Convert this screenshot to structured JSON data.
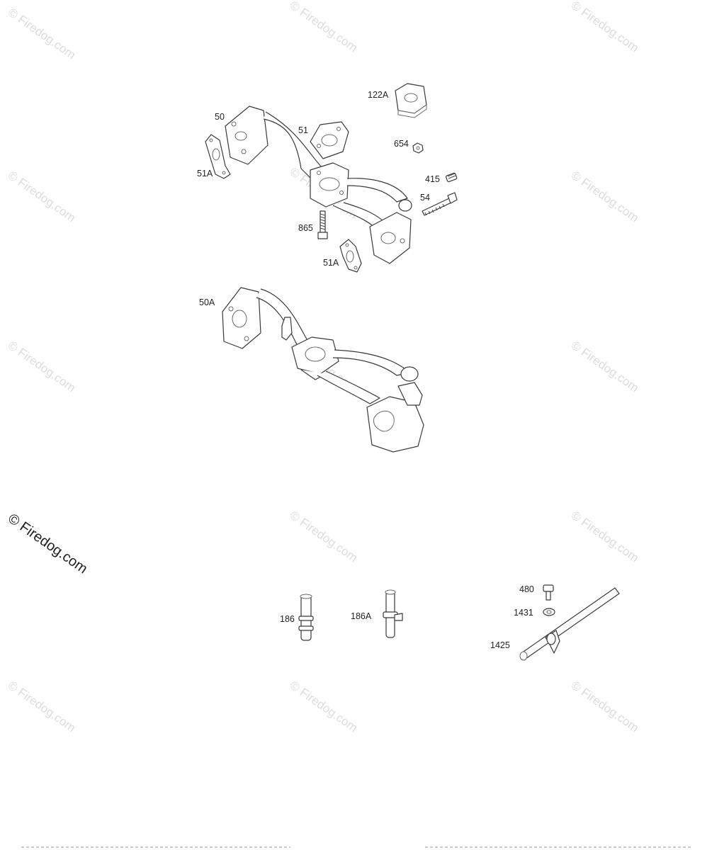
{
  "watermark": {
    "text": "© Firedog.com",
    "color": "#dcdcdc"
  },
  "copyright": {
    "text": "© Firedog.com"
  },
  "callouts": {
    "p122A": "122A",
    "p50": "50",
    "p51": "51",
    "p654": "654",
    "p51A_top": "51A",
    "p415": "415",
    "p54": "54",
    "p865": "865",
    "p51A_bottom": "51A",
    "p50A": "50A",
    "p186": "186",
    "p186A": "186A",
    "p480": "480",
    "p1431": "1431",
    "p1425": "1425"
  },
  "colors": {
    "line": "#3a3a3a",
    "background": "#ffffff"
  }
}
